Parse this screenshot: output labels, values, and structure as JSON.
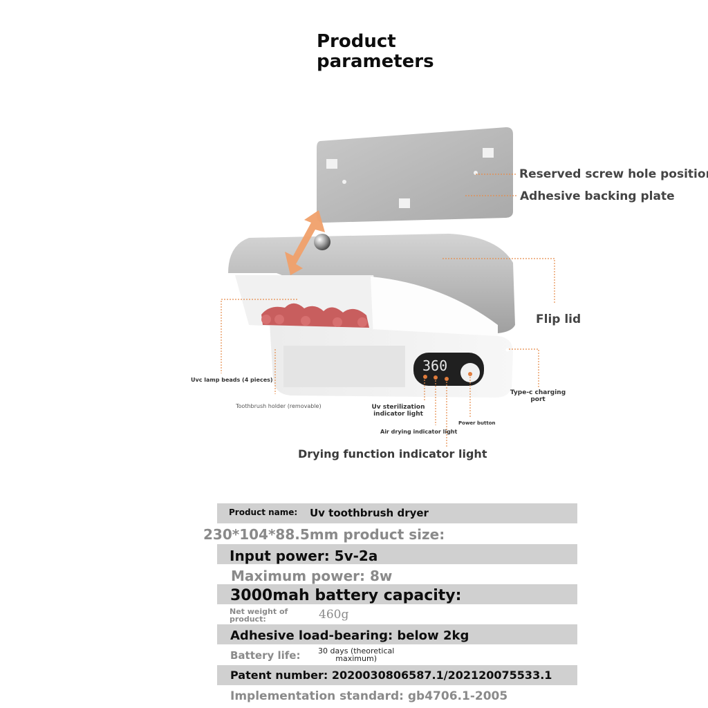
{
  "title": {
    "line1": "Product",
    "line2": "parameters"
  },
  "display": {
    "digits": "360"
  },
  "callouts": {
    "screw_hole": "Reserved screw hole position",
    "backing_plate": "Adhesive backing plate",
    "flip_lid": "Flip lid",
    "uvc_beads": "Uvc lamp beads (4 pieces)",
    "holder": "Toothbrush holder (removable)",
    "typec_line1": "Type-c charging",
    "typec_line2": "port",
    "uv_light_line1": "Uv sterilization",
    "uv_light_line2": "indicator light",
    "power_button": "Power button",
    "air_light": "Air drying indicator light",
    "drying_light": "Drying function indicator light"
  },
  "specs": {
    "name_label": "Product name:",
    "name_value": "Uv toothbrush dryer",
    "size": "230*104*88.5mm product size:",
    "input_power": "Input power: 5v-2a",
    "max_power": "Maximum power: 8w",
    "battery": "3000mah battery capacity:",
    "weight_label_1": "Net weight of",
    "weight_label_2": "product:",
    "weight_value": "460g",
    "adhesive": "Adhesive load-bearing: below 2kg",
    "life_label": "Battery life:",
    "life_value_1": "30 days (theoretical",
    "life_value_2": "maximum)",
    "patent": "Patent number: 2020030806587.1/202120075533.1",
    "standard": "Implementation standard: gb4706.1-2005"
  }
}
